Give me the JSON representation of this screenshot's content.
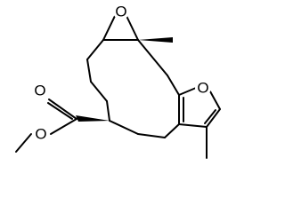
{
  "molecule": {
    "atoms": {
      "epoxide_oxygen": "O",
      "furan_oxygen": "O",
      "ester_carbonyl_oxygen": "O",
      "ester_ether_oxygen": "O"
    }
  }
}
